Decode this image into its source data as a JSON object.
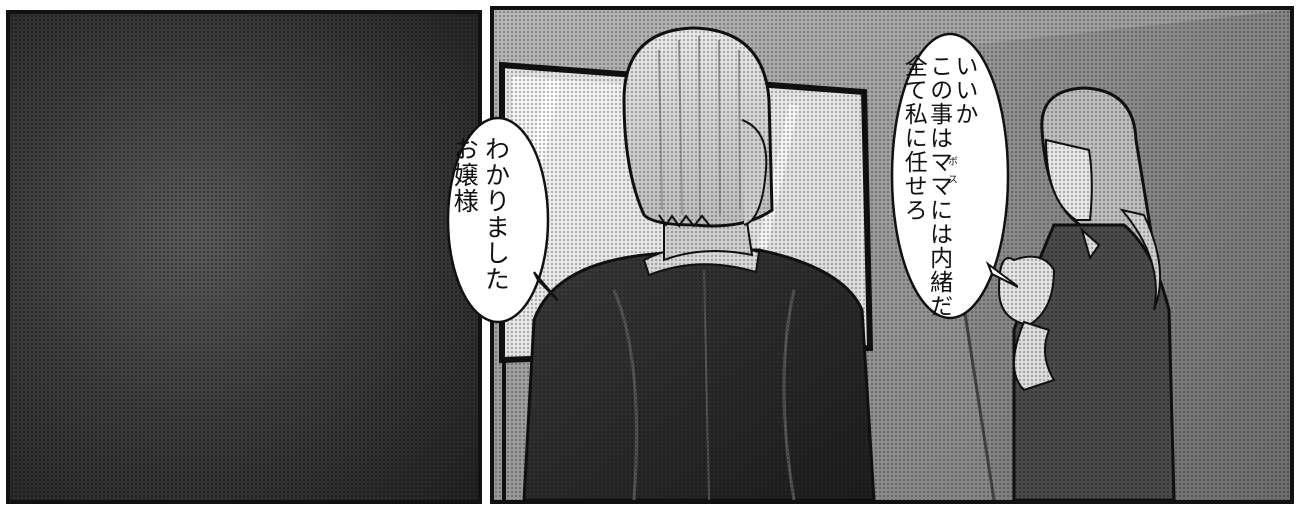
{
  "bubbles": {
    "butler": "わかりました\nお嬢様",
    "girl": "いいか\nこの事はママには内緒だ\n全て私に任せろ",
    "girl_furigana": "ボス"
  },
  "colors": {
    "ink": "#111111",
    "paper": "#ffffff",
    "tone_dark": "#3e3e3e",
    "tone_mid": "#8c8c8c"
  }
}
